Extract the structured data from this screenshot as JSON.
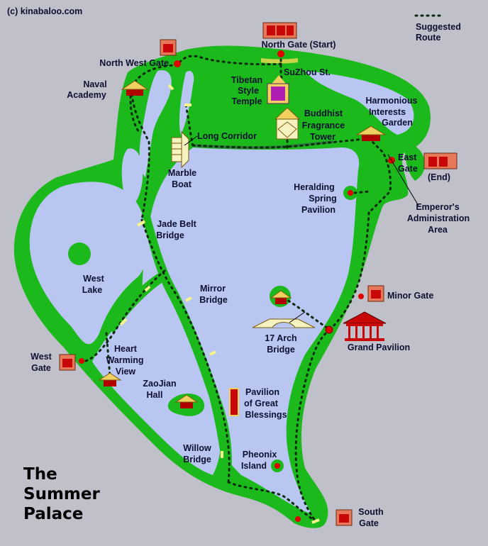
{
  "copyright": "(c) kinabaloo.com",
  "title_lines": [
    "The",
    "Summer",
    "Palace"
  ],
  "legend": {
    "lines": [
      "Suggested",
      "Route"
    ]
  },
  "labels": {
    "north_gate": "North Gate (Start)",
    "north_west_gate": "North West Gate",
    "suzhou_st": "SuZhou St.",
    "tibetan_temple": [
      "Tibetan",
      "Style",
      "Temple"
    ],
    "naval_academy": [
      "Naval",
      "Academy"
    ],
    "buddhist_tower": [
      "Buddhist",
      "Fragrance",
      "Tower"
    ],
    "harmonious_garden": [
      "Harmonious",
      "Interests",
      "Garden"
    ],
    "long_corridor": "Long Corridor",
    "marble_boat": [
      "Marble",
      "Boat"
    ],
    "east_gate": [
      "East",
      "Gate",
      "(End)"
    ],
    "heralding_pavilion": [
      "Heralding",
      "Spring",
      "Pavilion"
    ],
    "emperor_area": [
      "Emperor's",
      "Administration",
      "Area"
    ],
    "jade_belt_bridge": [
      "Jade Belt",
      "Bridge"
    ],
    "west_lake": [
      "West",
      "Lake"
    ],
    "mirror_bridge": [
      "Mirror",
      "Bridge"
    ],
    "minor_gate": "Minor Gate",
    "arch_bridge": [
      "17 Arch",
      "Bridge"
    ],
    "grand_pavilion": "Grand Pavilion",
    "west_gate": [
      "West",
      "Gate"
    ],
    "heart_warming": [
      "Heart",
      "Warming",
      "View"
    ],
    "zaojian_hall": [
      "ZaoJian",
      "Hall"
    ],
    "great_blessings": [
      "Pavilion",
      "of Great",
      "Blessings"
    ],
    "willow_bridge": [
      "Willow",
      "Bridge"
    ],
    "pheonix_island": [
      "Pheonix",
      "Island"
    ],
    "south_gate": [
      "South",
      "Gate"
    ]
  },
  "colors": {
    "background": "#c0c0cb",
    "land": "#1cb91c",
    "water": "#b9c6f2",
    "route": "#0a2a0a",
    "gate_box": "#e8785a",
    "gate_door": "#c80808",
    "marker": "#e00000"
  },
  "icons": [
    "gate-icon",
    "pavilion-icon",
    "temple-icon",
    "tower-icon",
    "marble-boat-icon",
    "arch-bridge-icon",
    "grand-pavilion-icon"
  ]
}
